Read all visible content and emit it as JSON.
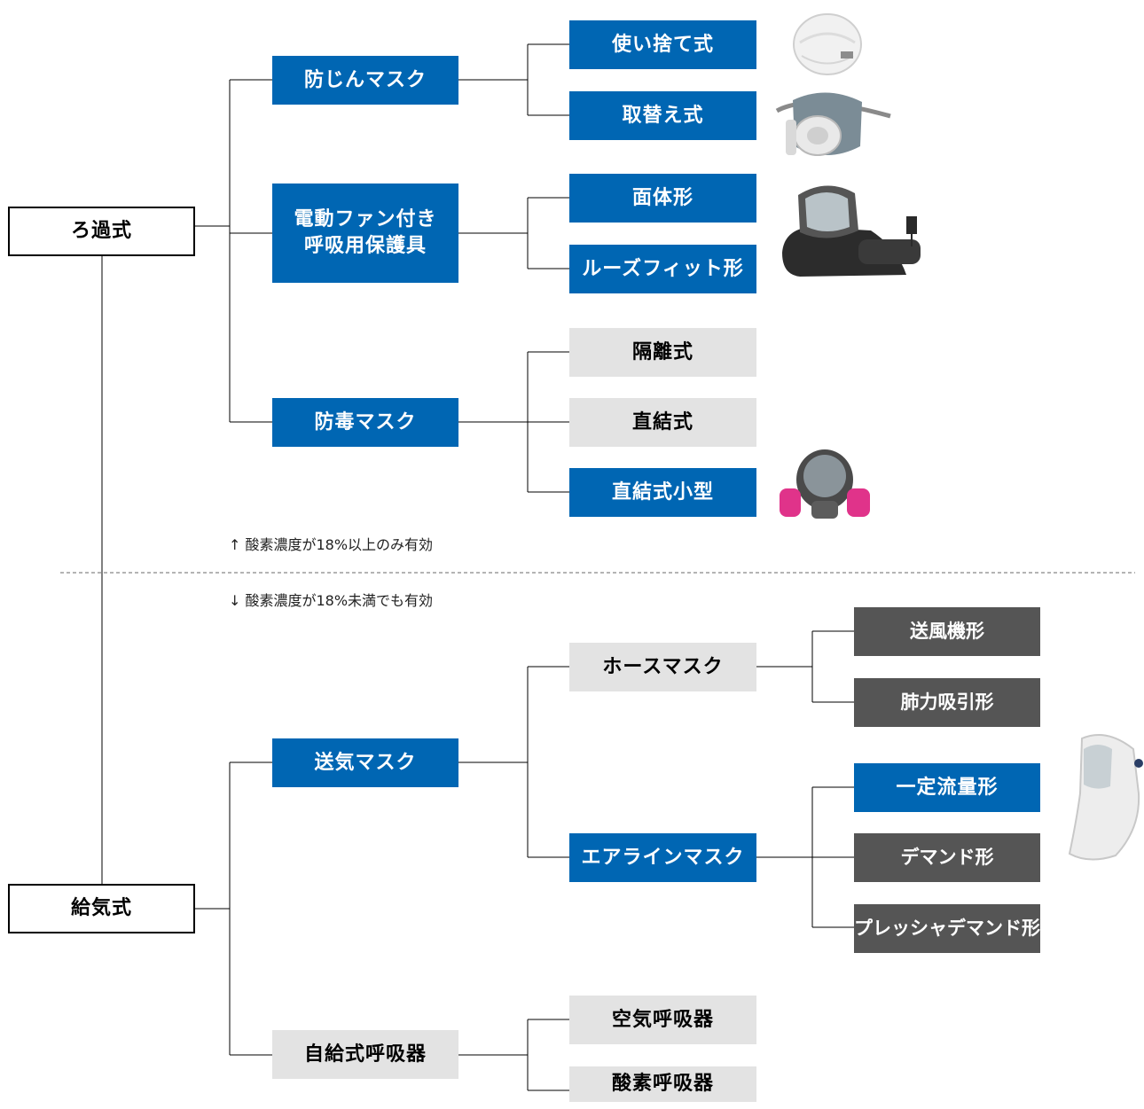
{
  "roots": {
    "filter": "ろ過式",
    "supplied": "給気式"
  },
  "filter_branches": {
    "dust_mask": {
      "label": "防じんマスク",
      "children": [
        "使い捨て式",
        "取替え式"
      ]
    },
    "powered": {
      "label_line1": "電動ファン付き",
      "label_line2": "呼吸用保護具",
      "children": [
        "面体形",
        "ルーズフィット形"
      ]
    },
    "gas_mask": {
      "label": "防毒マスク",
      "children": [
        "隔離式",
        "直結式",
        "直結式小型"
      ]
    }
  },
  "notes": {
    "above": "↑ 酸素濃度が18%以上のみ有効",
    "below": "↓ 酸素濃度が18%未満でも有効"
  },
  "supplied_branches": {
    "air_line": {
      "label": "送気マスク",
      "hose": {
        "label": "ホースマスク",
        "children": [
          "送風機形",
          "肺力吸引形"
        ]
      },
      "airline": {
        "label": "エアラインマスク",
        "children": [
          "一定流量形",
          "デマンド形",
          "プレッシャデマンド形"
        ]
      }
    },
    "scba": {
      "label": "自給式呼吸器",
      "children": [
        "空気呼吸器",
        "酸素呼吸器"
      ]
    }
  },
  "colors": {
    "blue": "#0066b3",
    "light_gray": "#e3e3e3",
    "dark_gray": "#555555"
  }
}
